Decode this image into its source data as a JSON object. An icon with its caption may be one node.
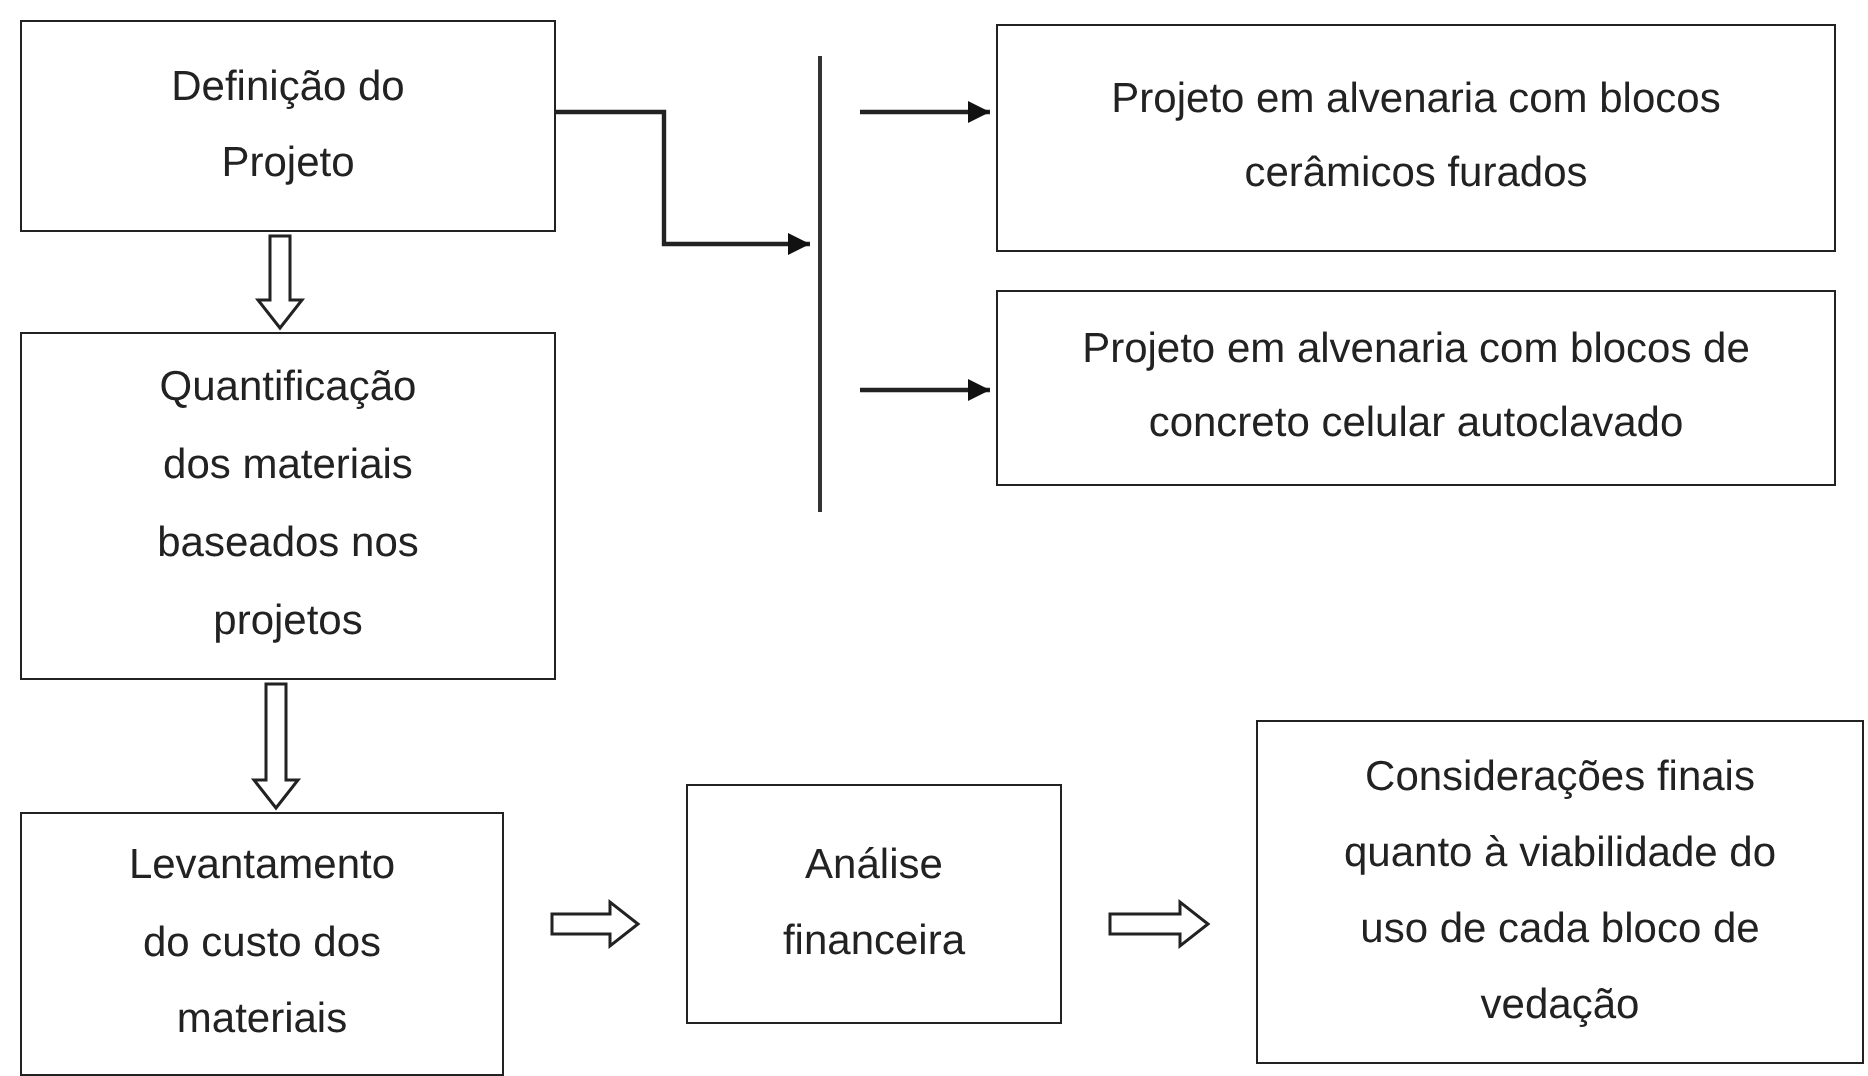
{
  "diagram": {
    "nodes": [
      {
        "text": [
          "Definição do Projeto"
        ]
      },
      {
        "text": [
          "Quantificação dos materiais baseados nos projetos"
        ]
      },
      {
        "text": [],
        "shape": "bar"
      },
      {
        "text": [
          "Projeto em alvenaria com blocos cerâmicos furados"
        ]
      },
      {
        "text": [
          "Projeto em alvenaria com blocos de concreto celular autoclavado"
        ]
      },
      {
        "text": [
          "Levantamento do custo dos materiais"
        ]
      },
      {
        "text": [
          "Análise financeira"
        ]
      },
      {
        "text": [
          "Considerações finais quanto à viabilidade do uso de cada bloco de vedação"
        ]
      }
    ],
    "edges": [
      {
        "from": 0,
        "to": 1,
        "arrow": "to"
      },
      {
        "from": 1,
        "to": 5,
        "arrow": "to"
      },
      {
        "from": 5,
        "to": 6,
        "arrow": "to"
      },
      {
        "from": 6,
        "to": 7,
        "arrow": "to"
      },
      {
        "from": 0,
        "to": 2,
        "arrow": "to"
      },
      {
        "from": 2,
        "to": 3,
        "arrow": "to"
      },
      {
        "from": 2,
        "to": 4,
        "arrow": "to"
      }
    ]
  }
}
